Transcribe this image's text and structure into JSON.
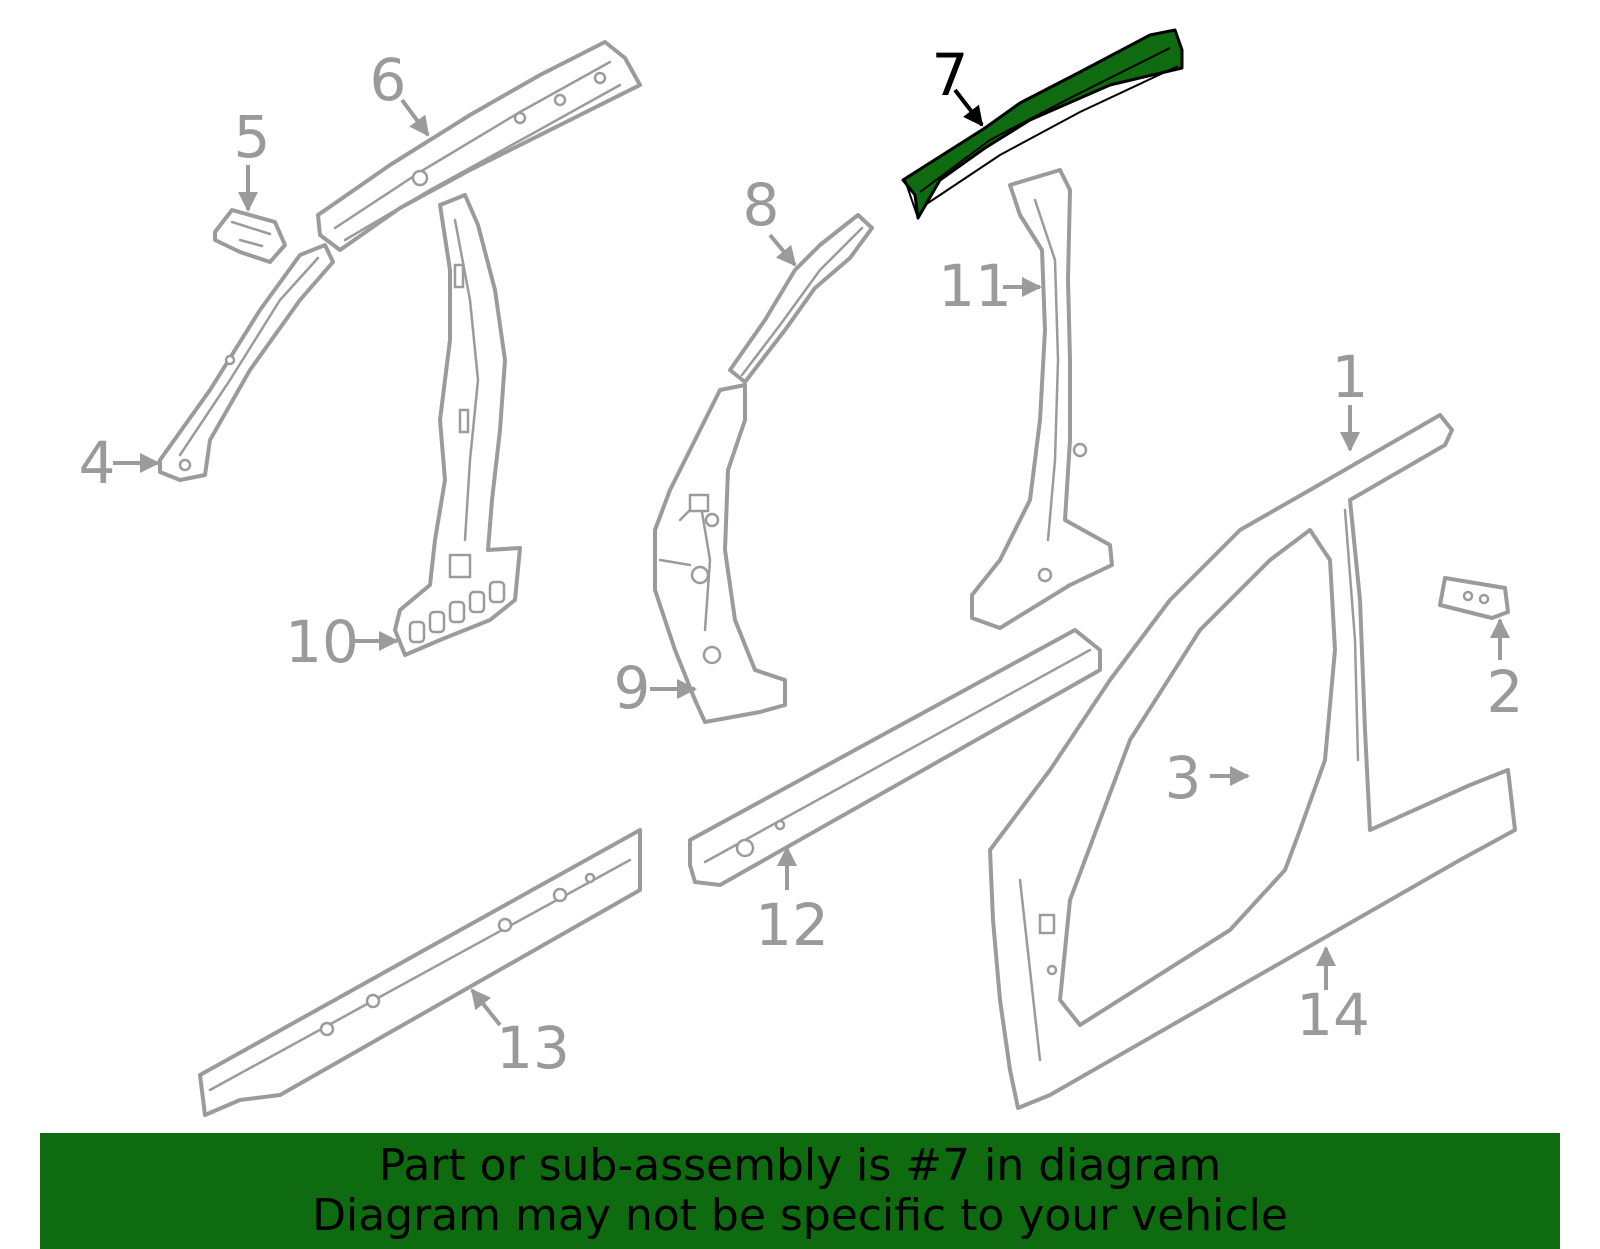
{
  "diagram": {
    "highlighted_part": "7",
    "highlight_color": "#0f6b0f",
    "part_color": "#9b9b9b",
    "callouts": {
      "c1": "1",
      "c2": "2",
      "c3": "3",
      "c4": "4",
      "c5": "5",
      "c6": "6",
      "c7": "7",
      "c8": "8",
      "c9": "9",
      "c10": "10",
      "c11": "11",
      "c12": "12",
      "c13": "13",
      "c14": "14"
    }
  },
  "banner": {
    "background": "#0f6b0f",
    "line1": "Part or sub-assembly is #7 in diagram",
    "line2": "Diagram may not be specific to your vehicle"
  }
}
